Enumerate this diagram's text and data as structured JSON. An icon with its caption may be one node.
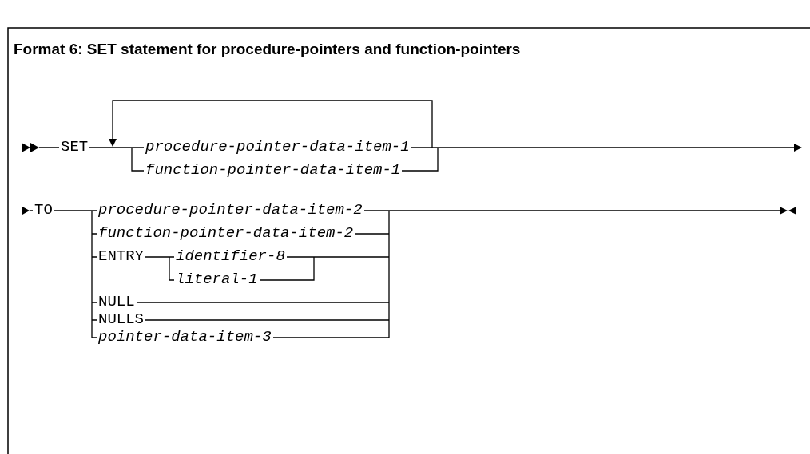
{
  "diagram": {
    "title": "Format 6: SET statement for procedure-pointers and function-pointers",
    "labels": [
      "SET",
      "procedure-pointer-data-item-1",
      "function-pointer-data-item-1",
      "TO",
      "procedure-pointer-data-item-2",
      "function-pointer-data-item-2",
      "ENTRY",
      "identifier-8",
      "literal-1",
      "NULL",
      "NULLS",
      "pointer-data-item-3"
    ]
  }
}
